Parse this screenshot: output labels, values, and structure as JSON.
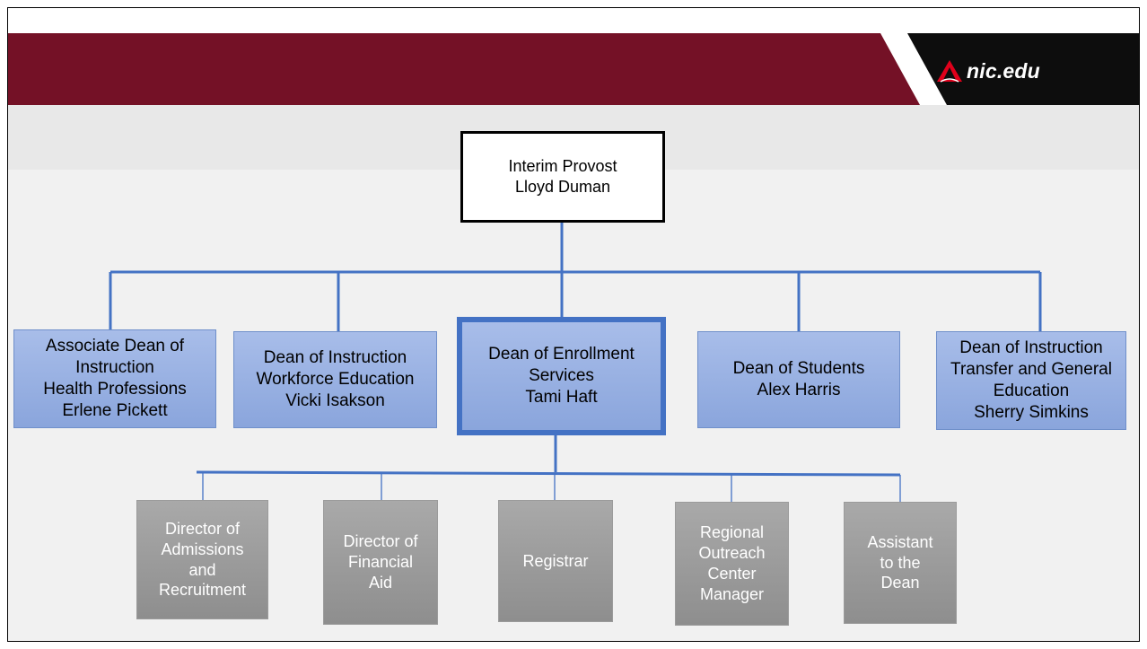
{
  "colors": {
    "brand_maroon": "#741126",
    "connector_blue": "#4472c4",
    "dean_fill": "#9cb3e3",
    "staff_fill": "#999999"
  },
  "header": {
    "logo_icon": "mountain-icon",
    "logo_text": "nic.edu"
  },
  "provost": {
    "lines": [
      "Interim Provost",
      "Lloyd Duman"
    ]
  },
  "deans": [
    {
      "lines": [
        "Associate Dean of",
        "Instruction",
        "Health Professions",
        "Erlene Pickett"
      ]
    },
    {
      "lines": [
        "Dean of Instruction",
        "Workforce Education",
        "Vicki Isakson"
      ]
    },
    {
      "lines": [
        "Dean of Enrollment",
        "Services",
        "Tami Haft"
      ]
    },
    {
      "lines": [
        "Dean of Students",
        "Alex Harris"
      ]
    },
    {
      "lines": [
        "Dean of Instruction",
        "Transfer and General",
        "Education",
        "Sherry Simkins"
      ]
    }
  ],
  "staff": [
    {
      "lines": [
        "Director of",
        "Admissions",
        "and",
        "Recruitment"
      ]
    },
    {
      "lines": [
        "Director of",
        "Financial",
        "Aid"
      ]
    },
    {
      "lines": [
        "Registrar"
      ]
    },
    {
      "lines": [
        "Regional",
        "Outreach",
        "Center",
        "Manager"
      ]
    },
    {
      "lines": [
        "Assistant",
        "to the",
        "Dean"
      ]
    }
  ]
}
